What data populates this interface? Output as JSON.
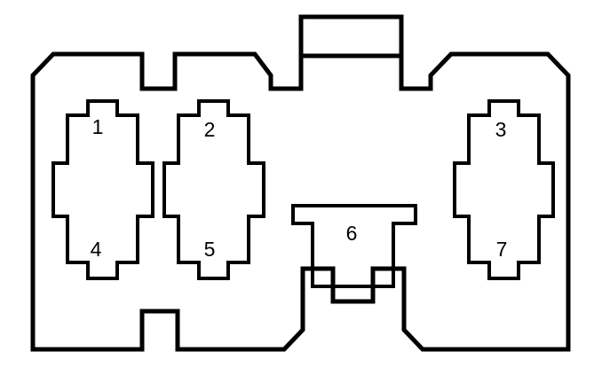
{
  "diagram": {
    "type": "connector-pinout",
    "title": "",
    "colors": {
      "stroke": "#000000",
      "background": "#ffffff"
    },
    "body": {
      "name": "connector-housing-outline",
      "description": "Rectangular connector housing with chamfered upper corners, top center keying tab, side notches and bottom keying tabs"
    },
    "cavities": [
      {
        "id": "cavity-left",
        "shape": "cross",
        "top_label": "1",
        "bottom_label": "4"
      },
      {
        "id": "cavity-center",
        "shape": "cross",
        "top_label": "2",
        "bottom_label": "5"
      },
      {
        "id": "cavity-right",
        "shape": "cross",
        "top_label": "3",
        "bottom_label": "7"
      },
      {
        "id": "cavity-center-lower",
        "shape": "tee",
        "label": "6"
      }
    ],
    "pins": [
      {
        "number": "1",
        "position": "upper-left"
      },
      {
        "number": "2",
        "position": "upper-center"
      },
      {
        "number": "3",
        "position": "upper-right"
      },
      {
        "number": "4",
        "position": "lower-left"
      },
      {
        "number": "5",
        "position": "lower-center"
      },
      {
        "number": "6",
        "position": "bottom-middle"
      },
      {
        "number": "7",
        "position": "lower-right"
      }
    ]
  }
}
